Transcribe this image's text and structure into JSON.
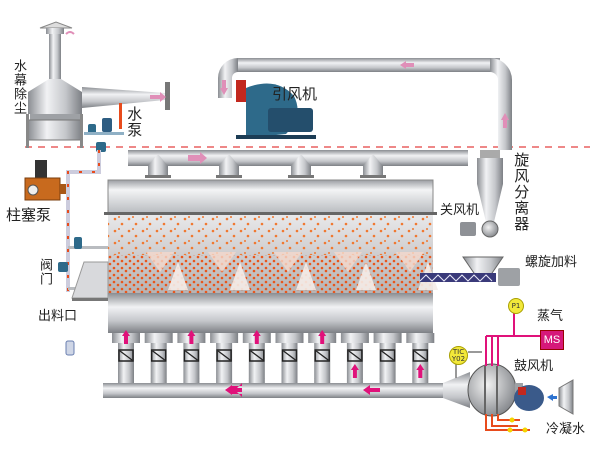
{
  "diagram": {
    "title_hidden": "",
    "labels": {
      "water_curtain_dust": "水幕除尘",
      "water_pump": "水泵",
      "induced_fan": "引风机",
      "cyclone_separator": "旋风分离器",
      "airlock_fan": "关风机",
      "screw_feeder": "螺旋加料",
      "plunger_pump": "柱塞泵",
      "valve": "阀门",
      "discharge_port": "出料口",
      "steam": "蒸气",
      "blower": "鼓风机",
      "condensate": "冷凝水"
    },
    "instruments": {
      "pressure_gauge": "P1",
      "temp_controller_line1": "TIC",
      "temp_controller_line2": "Y02",
      "steam_source": "MS"
    },
    "colors": {
      "flow_arrow": "#e0127a",
      "exhaust_arrow": "#e08fb8",
      "steam_line": "#e0127a",
      "water_line": "#e84b1c",
      "particles": "#f07830",
      "boundary_line": "#e86060"
    },
    "chambers": 10
  }
}
